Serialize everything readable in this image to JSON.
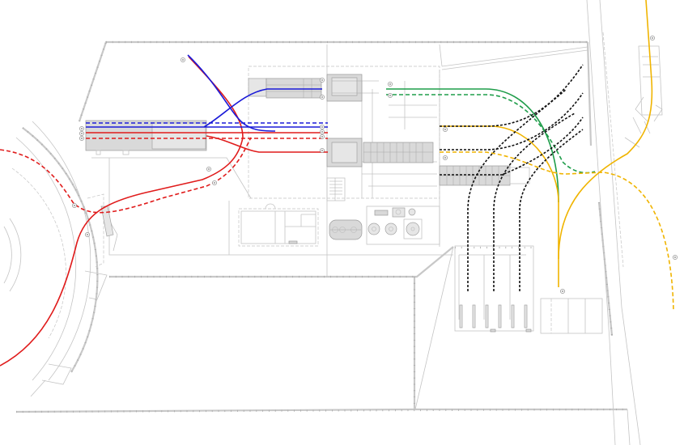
{
  "drawing": {
    "type": "site-plan-vehicle-swept-paths",
    "legend_colors": {
      "red": "#e01b1b",
      "blue": "#1a1ad8",
      "green": "#1f9d4a",
      "yellow": "#f0b400",
      "black": "#111111"
    }
  },
  "routes": [
    {
      "id": "red-1",
      "color": "#e01b1b",
      "style": "solid",
      "marker": "⊙"
    },
    {
      "id": "red-2",
      "color": "#e01b1b",
      "style": "dashed",
      "marker": "⊙"
    },
    {
      "id": "red-3",
      "color": "#e01b1b",
      "style": "solid",
      "marker": "⊙"
    },
    {
      "id": "red-4",
      "color": "#e01b1b",
      "style": "dashed",
      "marker": "⊙"
    },
    {
      "id": "red-5",
      "color": "#e01b1b",
      "style": "solid",
      "marker": "⊙"
    },
    {
      "id": "blue-1",
      "color": "#1a1ad8",
      "style": "solid",
      "marker": "⊙"
    },
    {
      "id": "blue-2",
      "color": "#1a1ad8",
      "style": "dashed",
      "marker": "⊙"
    },
    {
      "id": "blue-3",
      "color": "#1a1ad8",
      "style": "solid",
      "marker": "⊙"
    },
    {
      "id": "green-1",
      "color": "#1f9d4a",
      "style": "solid",
      "marker": "⊙"
    },
    {
      "id": "green-2",
      "color": "#1f9d4a",
      "style": "dashed",
      "marker": "⊙"
    },
    {
      "id": "yellow-1",
      "color": "#f0b400",
      "style": "solid",
      "marker": "⊙"
    },
    {
      "id": "yellow-2",
      "color": "#f0b400",
      "style": "dashed",
      "marker": "⊙"
    },
    {
      "id": "yellow-3",
      "color": "#f0b400",
      "style": "solid",
      "marker": "⊙"
    },
    {
      "id": "yellow-4",
      "color": "#f0b400",
      "style": "dashed",
      "marker": "⊙"
    },
    {
      "id": "black-1",
      "color": "#111111",
      "style": "dotted",
      "marker": "⊙"
    },
    {
      "id": "black-2",
      "color": "#111111",
      "style": "dotted",
      "marker": "⊙"
    },
    {
      "id": "black-3",
      "color": "#111111",
      "style": "dotted",
      "marker": "⊙"
    },
    {
      "id": "black-4",
      "color": "#111111",
      "style": "dotted",
      "marker": "⊙"
    },
    {
      "id": "black-5",
      "color": "#111111",
      "style": "dotted",
      "marker": "⊙"
    },
    {
      "id": "black-6",
      "color": "#111111",
      "style": "dotted",
      "marker": "⊙"
    }
  ],
  "markers": {
    "symbol": "⊙"
  }
}
